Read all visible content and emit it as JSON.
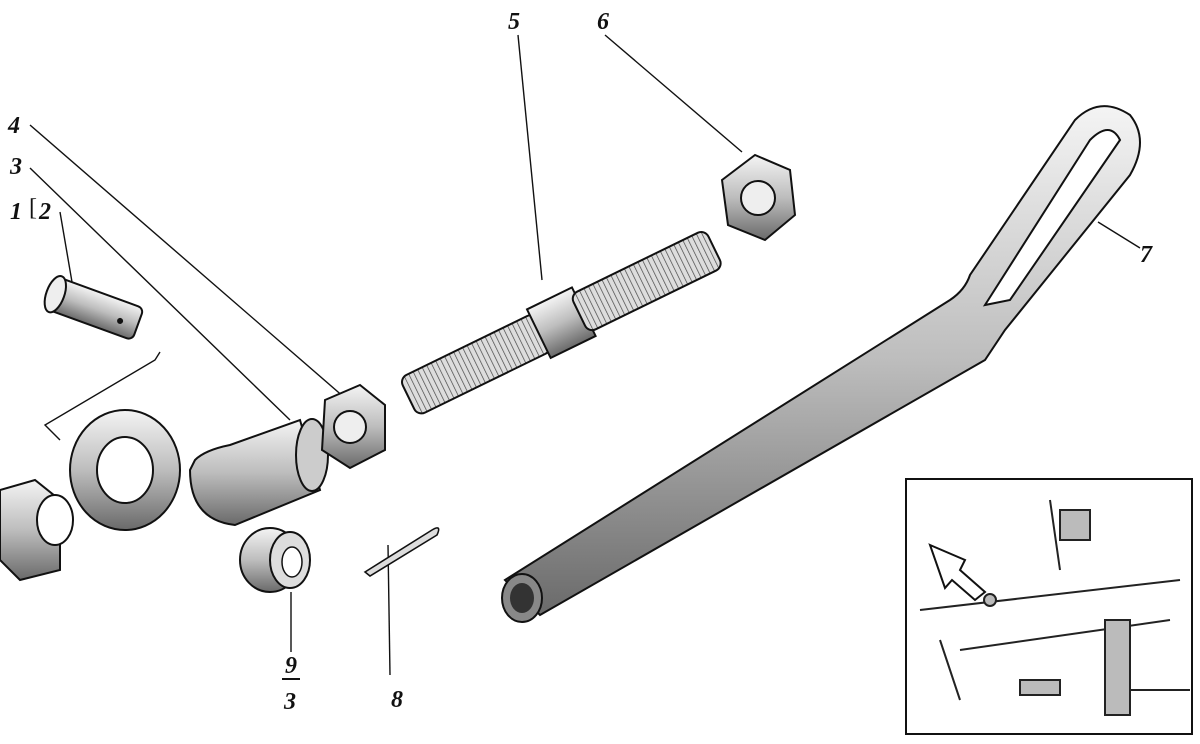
{
  "labels": {
    "l1": "1",
    "l2": "2",
    "l3": "3",
    "l4": "4",
    "l5": "5",
    "l6": "6",
    "l7": "7",
    "l8": "8",
    "l9_num": "9",
    "l9_den": "3"
  }
}
